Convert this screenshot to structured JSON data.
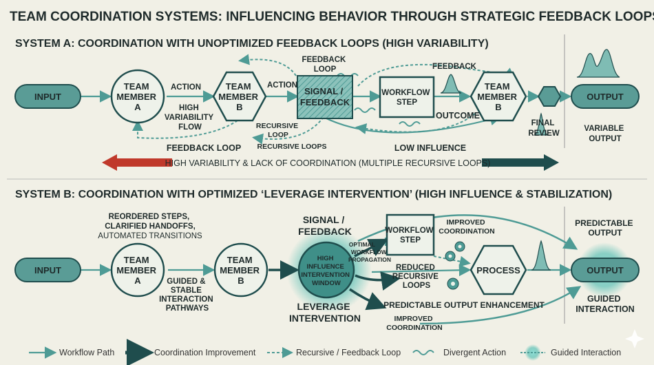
{
  "header": {
    "title": "TEAM COORDINATION SYSTEMS: INFLUENCING BEHAVIOR THROUGH STRATEGIC FEEDBACK LOOPS"
  },
  "system_a": {
    "title": "SYSTEM A: COORDINATION WITH UNOPTIMIZED FEEDBACK LOOPS (HIGH VARIABILITY)",
    "input": "INPUT",
    "member_a": [
      "TEAM",
      "MEMBER",
      "A"
    ],
    "member_b": [
      "TEAM",
      "MEMBER",
      "B"
    ],
    "signal": [
      "SIGNAL /",
      "FEEDBACK"
    ],
    "workflow": [
      "WORKFLOW",
      "STEP"
    ],
    "member_b2": [
      "TEAM",
      "MEMBER",
      "B"
    ],
    "output": "OUTPUT",
    "action1": "ACTION",
    "action2": "ACTION",
    "feedback_loop_top": [
      "FEEDBACK",
      "LOOP"
    ],
    "feedback": "FEEDBACK",
    "high_variability_flow": [
      "HIGH",
      "VARIABILITY",
      "FLOW"
    ],
    "recursive_loop": [
      "RECURSIVE",
      "LOOP"
    ],
    "recursive_loops": "RECURSIVE LOOPS",
    "feedback_loop_bottom": "FEEDBACK LOOP",
    "outcome": "OUTCOME",
    "low_influence": "LOW INFLUENCE",
    "final_review": [
      "FINAL",
      "REVIEW"
    ],
    "variable_output": [
      "VARIABLE",
      "OUTPUT"
    ],
    "banner": "HIGH VARIABILITY & LACK OF COORDINATION (MULTIPLE RECURSIVE LOOPS)"
  },
  "system_b": {
    "title": "SYSTEM B: COORDINATION WITH OPTIMIZED ‘LEVERAGE INTERVENTION’ (HIGH INFLUENCE & STABILIZATION)",
    "input": "INPUT",
    "member_a": [
      "TEAM",
      "MEMBER",
      "A"
    ],
    "member_b": [
      "TEAM",
      "MEMBER",
      "B"
    ],
    "window": [
      "HIGH",
      "INFLUENCE",
      "INTERVENTION",
      "WINDOW"
    ],
    "signal": [
      "SIGNAL /",
      "FEEDBACK"
    ],
    "leverage": [
      "LEVERAGE",
      "INTERVENTION"
    ],
    "workflow": [
      "WORKFLOW",
      "STEP"
    ],
    "process": "PROCESS",
    "output": "OUTPUT",
    "reordered": [
      "REORDERED STEPS,",
      "CLARIFIED HANDOFFS,"
    ],
    "automated": "AUTOMATED TRANSITIONS",
    "guided": [
      "GUIDED &",
      "STABLE",
      "INTERACTION",
      "PATHWAYS"
    ],
    "optimal": [
      "OPTIMAL",
      "WORKFLOW",
      "PROPAGATION"
    ],
    "improved_coord_top": [
      "IMPROVED",
      "COORDINATION"
    ],
    "reduced": [
      "REDUCED",
      "RECURSIVE",
      "LOOPS"
    ],
    "predictable_enh": "PREDICTABLE OUTPUT ENHANCEMENT",
    "improved_coord_bottom": [
      "IMPROVED",
      "COORDINATION"
    ],
    "predictable_output": [
      "PREDICTABLE",
      "OUTPUT"
    ],
    "guided_interaction": [
      "GUIDED",
      "INTERACTION"
    ]
  },
  "legend": {
    "workflow_path": "Workflow Path",
    "coordination_improvement": "Coordination Improvement",
    "recursive_feedback": "Recursive / Feedback Loop",
    "divergent_action": "Divergent Action",
    "guided_interaction": "Guided Interaction"
  },
  "colors": {
    "teal": "#4e9b95",
    "dark_teal": "#1f4d4d",
    "node_fill": "#eef2ea",
    "red": "#c0392b",
    "bg": "#f1f0e6"
  }
}
